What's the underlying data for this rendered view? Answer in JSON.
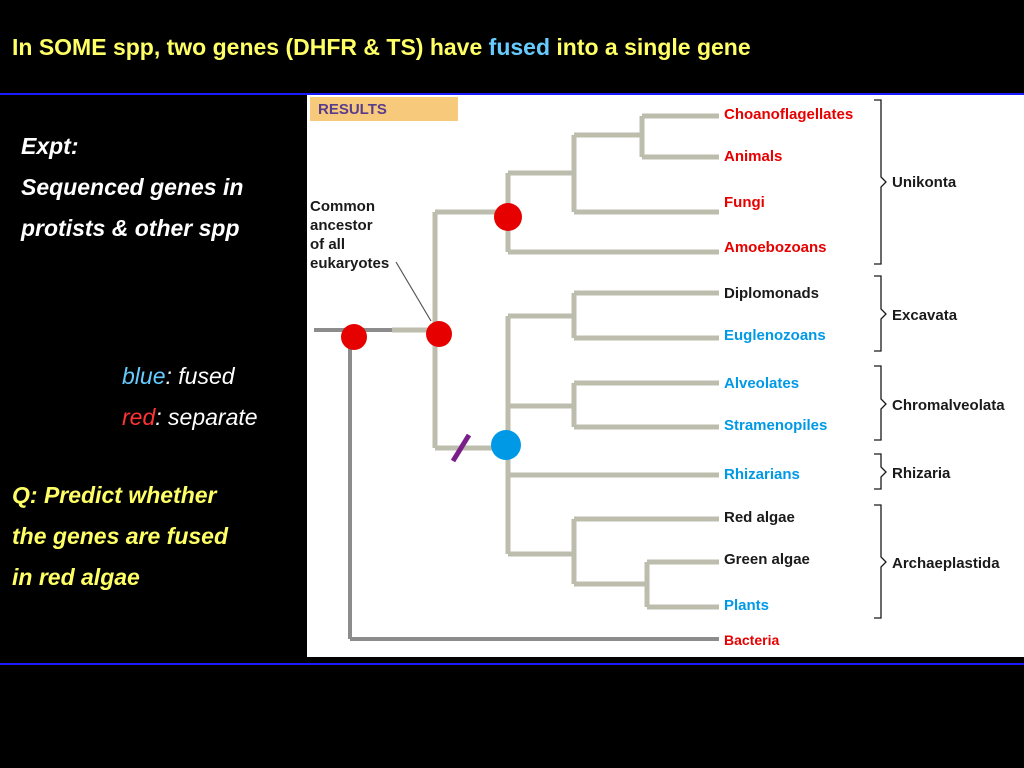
{
  "slide": {
    "title_before": "In SOME spp, two genes (DHFR & TS) have ",
    "title_highlight": "fused",
    "title_after": " into a single gene",
    "expt_lines": [
      "Expt:",
      "Sequenced genes in",
      "protists & other spp"
    ],
    "legend": {
      "blue_word": "blue",
      "blue_rest": ": fused",
      "red_word": "red",
      "red_rest": ": separate"
    },
    "question_lines": [
      "Q: Predict whether",
      "the genes are fused",
      "in red algae"
    ]
  },
  "diagram": {
    "results_label": "RESULTS",
    "ancestor_label": [
      "Common",
      "ancestor",
      "of all",
      "eukaryotes"
    ],
    "taxa": [
      {
        "name": "Choanoflagellates",
        "status": "separate"
      },
      {
        "name": "Animals",
        "status": "separate"
      },
      {
        "name": "Fungi",
        "status": "separate"
      },
      {
        "name": "Amoebozoans",
        "status": "separate"
      },
      {
        "name": "Diplomonads",
        "status": "unknown"
      },
      {
        "name": "Euglenozoans",
        "status": "fused"
      },
      {
        "name": "Alveolates",
        "status": "fused"
      },
      {
        "name": "Stramenopiles",
        "status": "fused"
      },
      {
        "name": "Rhizarians",
        "status": "fused"
      },
      {
        "name": "Red algae",
        "status": "unknown"
      },
      {
        "name": "Green algae",
        "status": "unknown"
      },
      {
        "name": "Plants",
        "status": "fused"
      },
      {
        "name": "Bacteria",
        "status": "separate"
      }
    ],
    "groups": [
      "Unikonta",
      "Excavata",
      "Chromalveolata",
      "Rhizaria",
      "Archaeplastida"
    ]
  },
  "colors": {
    "title": "#ffff66",
    "fused": "#0099e6",
    "separate": "#e60000",
    "unknown": "#1a1a1a",
    "branch": "#bdbdad",
    "trunk": "#8c8c8c",
    "marker": "#7a1f8a",
    "results_bg": "#f7c97a",
    "results_text": "#5a3c8c",
    "rule": "#1a1aff"
  }
}
